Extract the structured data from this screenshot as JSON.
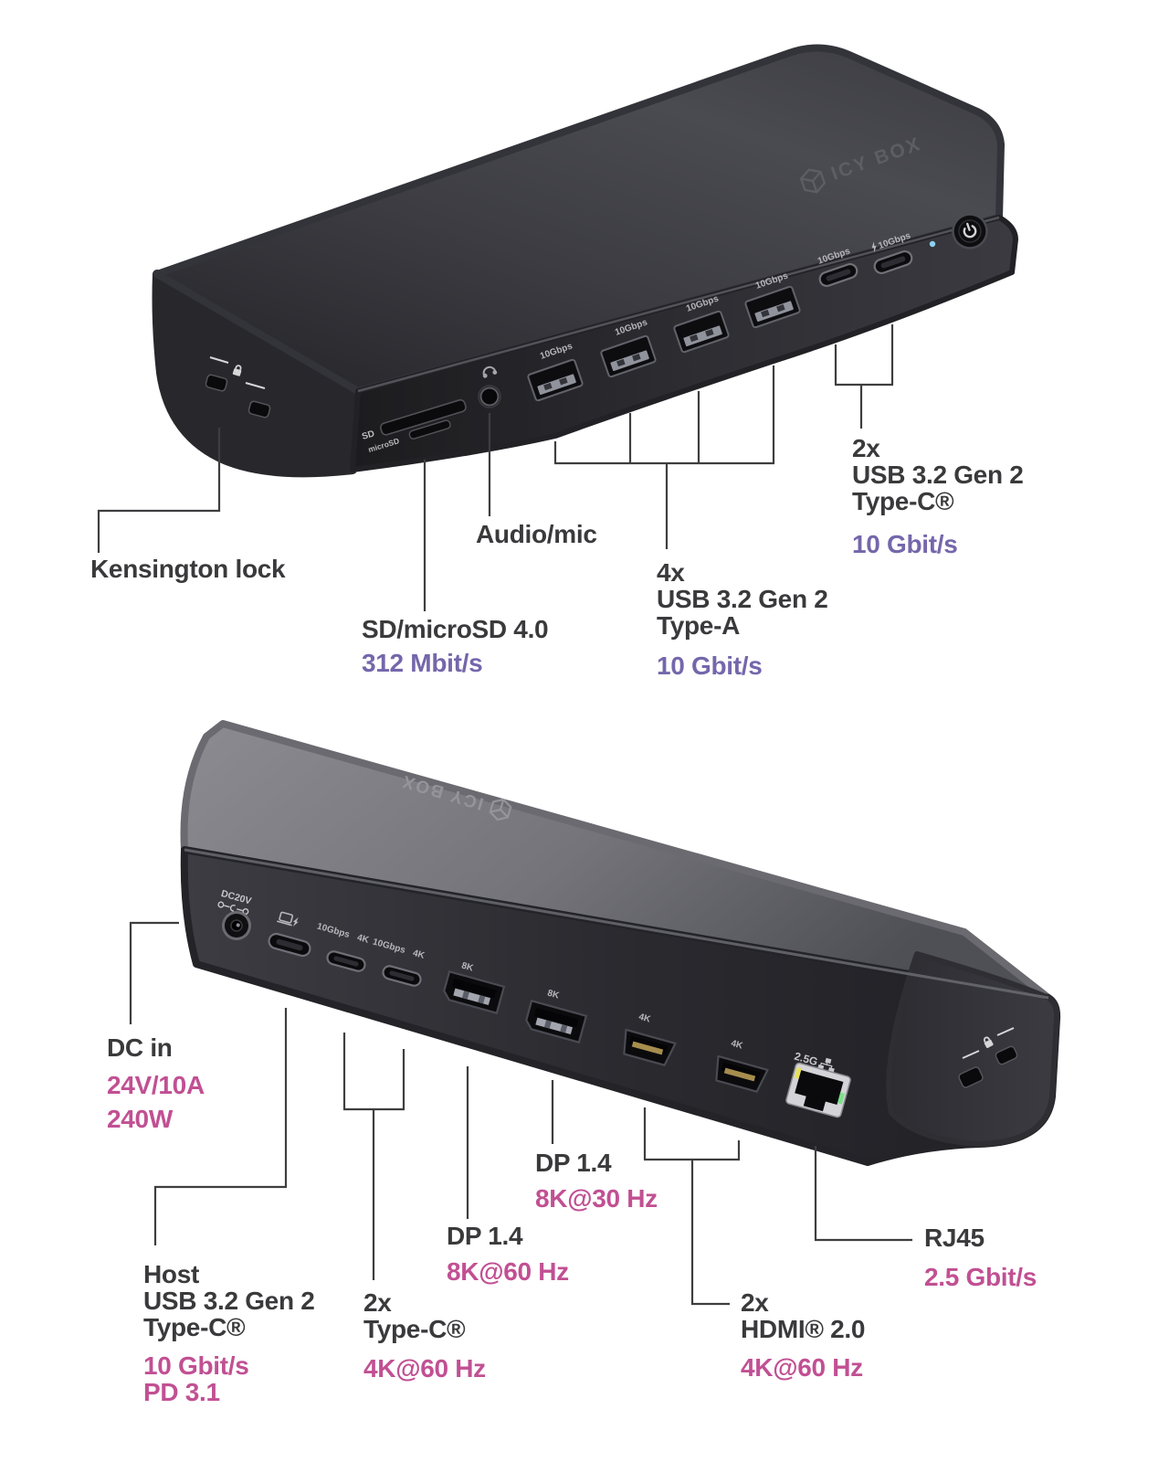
{
  "colors": {
    "accent_purple": "#7467ab",
    "accent_pink": "#c15093",
    "label_dark": "#3a3a3c",
    "callout_line": "#3e3e40"
  },
  "front_view": {
    "markings": {
      "logo": "ICY BOX",
      "sd": "SD",
      "microsd": "microSD",
      "usb_a": [
        "10Gbps",
        "10Gbps",
        "10Gbps",
        "10Gbps"
      ],
      "usb_c": [
        "10Gbps",
        "10Gbps"
      ]
    },
    "callouts": {
      "kensington": {
        "title": "Kensington lock"
      },
      "audio": {
        "title": "Audio/mic"
      },
      "card_reader": {
        "title": "SD/microSD 4.0",
        "value": "312 Mbit/s"
      },
      "usb_a": {
        "count": "4x",
        "standard": "USB 3.2 Gen 2",
        "connector": "Type-A",
        "value": "10 Gbit/s"
      },
      "usb_c": {
        "count": "2x",
        "standard": "USB 3.2 Gen 2",
        "connector": "Type-C®",
        "value": "10 Gbit/s"
      }
    }
  },
  "back_view": {
    "markings": {
      "logo": "ICY BOX",
      "dc": "DC20V",
      "usb_c_video": [
        {
          "speed": "10Gbps",
          "res": "4K"
        },
        {
          "speed": "10Gbps",
          "res": "4K"
        }
      ],
      "dp": [
        "8K",
        "8K"
      ],
      "hdmi": [
        "4K",
        "4K"
      ],
      "lan": "2.5G"
    },
    "callouts": {
      "dc_in": {
        "title": "DC in",
        "values": [
          "24V/10A",
          "240W"
        ]
      },
      "host": {
        "lines": [
          "Host",
          "USB 3.2 Gen 2",
          "Type-C®"
        ],
        "values": [
          "10 Gbit/s",
          "PD 3.1"
        ]
      },
      "usb_c_video": {
        "lines": [
          "2x",
          "Type-C®"
        ],
        "values": [
          "4K@60 Hz"
        ]
      },
      "dp_1": {
        "lines": [
          "DP 1.4"
        ],
        "values": [
          "8K@60 Hz"
        ]
      },
      "dp_2": {
        "lines": [
          "DP 1.4"
        ],
        "values": [
          "8K@30 Hz"
        ]
      },
      "hdmi": {
        "lines": [
          "2x",
          "HDMI® 2.0"
        ],
        "values": [
          "4K@60 Hz"
        ]
      },
      "rj45": {
        "lines": [
          "RJ45"
        ],
        "values": [
          "2.5 Gbit/s"
        ]
      }
    }
  }
}
